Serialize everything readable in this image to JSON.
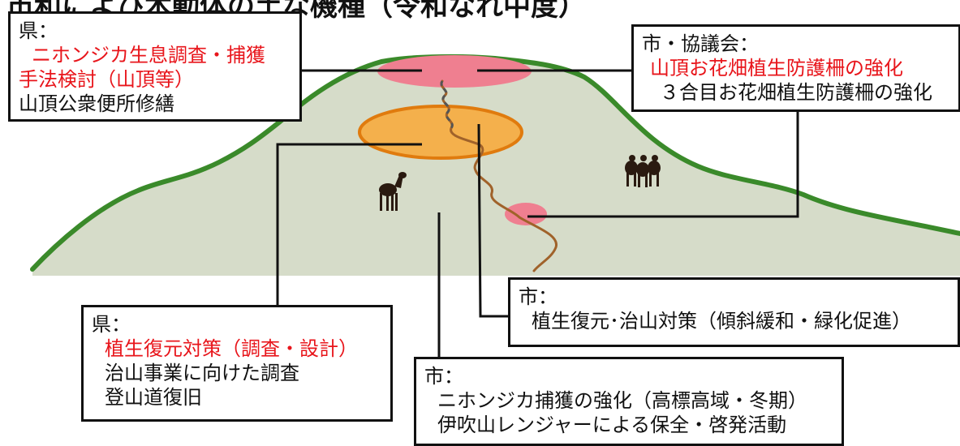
{
  "colors": {
    "red_text": "#e8151b",
    "black_text": "#111111",
    "mountain_fill": "#d6dcc9",
    "ridge_line": "#3a8a2a",
    "summit_patch": "#ef7f90",
    "central_ellipse": "#f4b04c",
    "ellipse_border": "#e07b0e",
    "trail": "#a0622a",
    "deer": "#2a1a10"
  },
  "header_fragment": "市和によび木動体の土な機種（令和なれ中度）",
  "boxes": {
    "top_left": {
      "head": "県：",
      "lines": [
        {
          "text": "ニホンジカ生息調査・捕獲",
          "color": "red"
        },
        {
          "text": "手法検討（山頂等）",
          "color": "red"
        },
        {
          "text": "山頂公衆便所修繕",
          "color": "black"
        }
      ]
    },
    "top_right": {
      "head": "市・協議会：",
      "lines": [
        {
          "text": "山頂お花畑植生防護柵の強化",
          "color": "red"
        },
        {
          "text": "３合目お花畑植生防護柵の強化",
          "color": "black"
        }
      ]
    },
    "mid_right": {
      "head": "市：",
      "lines": [
        {
          "text": "植生復元･治山対策（傾斜緩和・緑化促進）",
          "color": "black"
        }
      ]
    },
    "bottom_left": {
      "head": "県：",
      "lines": [
        {
          "text": "植生復元対策（調査・設計）",
          "color": "red"
        },
        {
          "text": "治山事業に向けた調査",
          "color": "black"
        },
        {
          "text": "登山道復旧",
          "color": "black"
        }
      ]
    },
    "bottom_mid": {
      "head": "市：",
      "lines": [
        {
          "text": "ニホンジカ捕獲の強化（高標高域・冬期）",
          "color": "black"
        },
        {
          "text": "伊吹山レンジャーによる保全・啓発活動",
          "color": "black"
        }
      ]
    }
  }
}
